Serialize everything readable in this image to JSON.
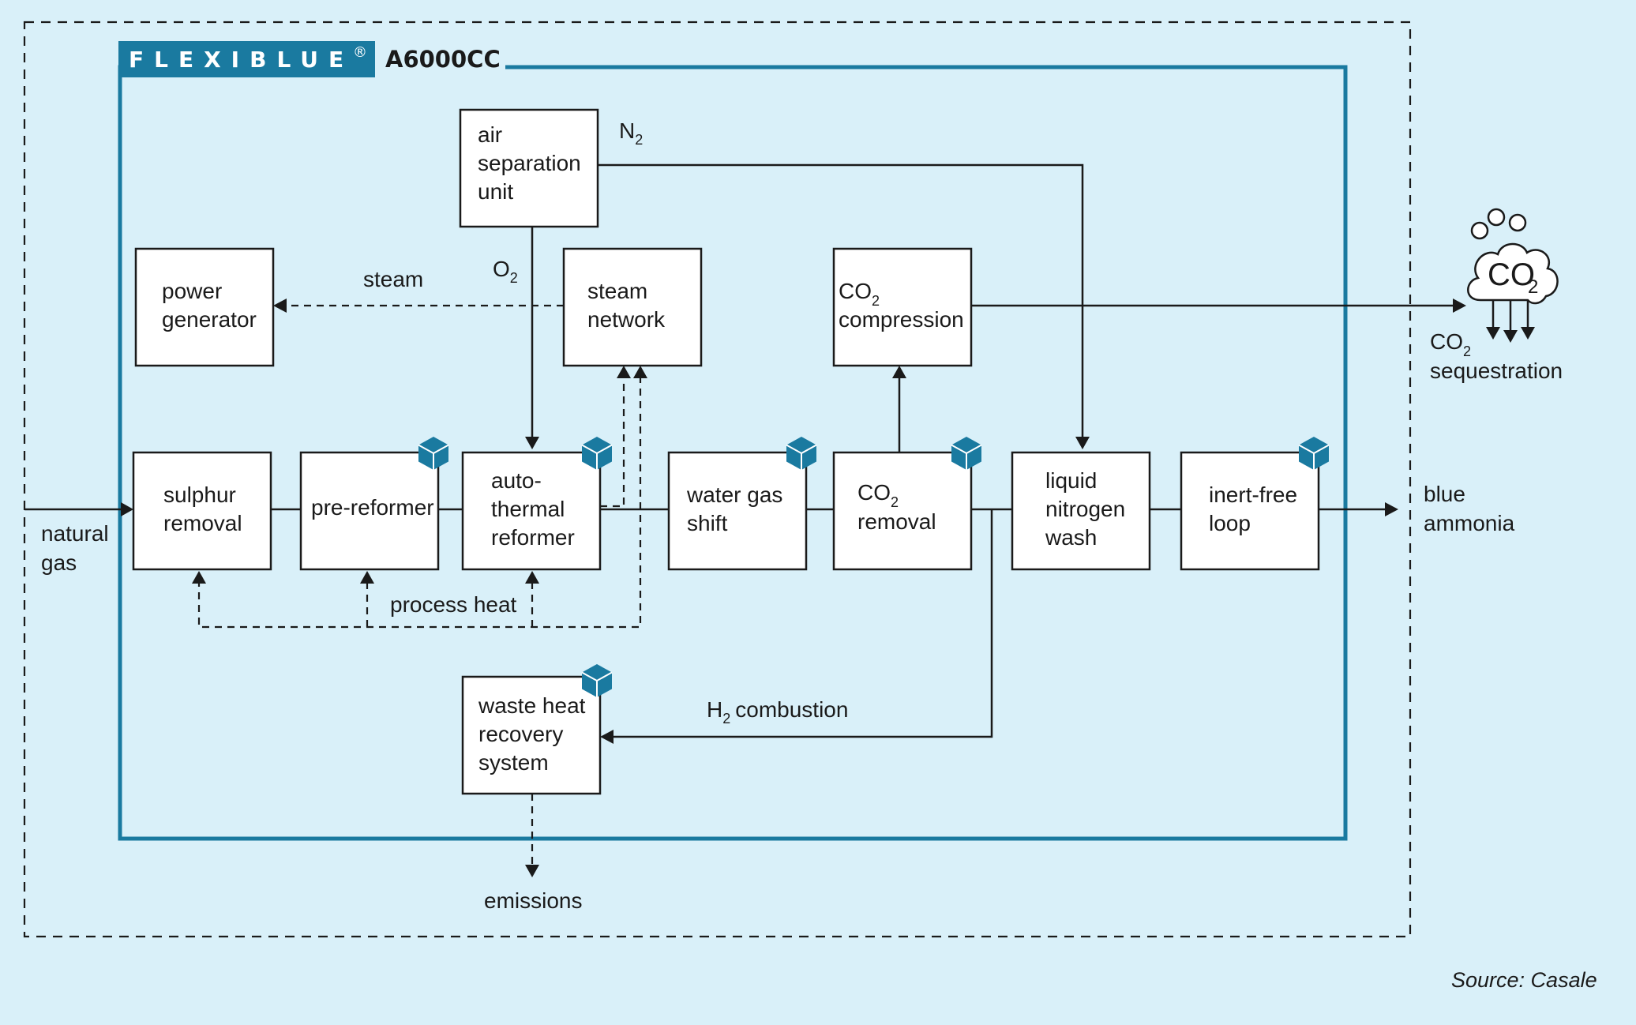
{
  "brand": {
    "name": "FLEXIBLUE",
    "mark": "®",
    "model": "A6000CC",
    "color": "#1a7aa0"
  },
  "inputs": {
    "natural_gas": [
      "natural",
      "gas"
    ]
  },
  "outputs": {
    "blue_ammonia": [
      "blue",
      "ammonia"
    ],
    "emissions": "emissions",
    "co2_sequestration": {
      "co2_prefix": "CO",
      "co2_sub": "2",
      "label": "sequestration"
    },
    "cloud": {
      "prefix": "CO",
      "sub": "2"
    }
  },
  "units": {
    "air_separation": [
      "air",
      "separation",
      "unit"
    ],
    "power_generator": [
      "power",
      "generator"
    ],
    "steam_network": [
      "steam",
      "network"
    ],
    "co2_compression": {
      "co2_prefix": "CO",
      "co2_sub": "2",
      "line2": "compression"
    },
    "sulphur_removal": [
      "sulphur",
      "removal"
    ],
    "pre_reformer": [
      "pre-reformer"
    ],
    "auto_thermal_reformer": [
      "auto-",
      "thermal",
      "reformer"
    ],
    "water_gas_shift": [
      "water gas",
      "shift"
    ],
    "co2_removal": {
      "co2_prefix": "CO",
      "co2_sub": "2",
      "line2": "removal"
    },
    "liquid_nitrogen_wash": [
      "liquid",
      "nitrogen",
      "wash"
    ],
    "inert_free_loop": [
      "inert-free",
      "loop"
    ],
    "waste_heat_recovery": [
      "waste heat",
      "recovery",
      "system"
    ]
  },
  "streams": {
    "n2": {
      "prefix": "N",
      "sub": "2"
    },
    "o2": {
      "prefix": "O",
      "sub": "2"
    },
    "steam": "steam",
    "process_heat": "process heat",
    "h2_combustion": {
      "prefix": "H",
      "sub": "2",
      "rest": "combustion"
    }
  },
  "source": "Source: Casale"
}
